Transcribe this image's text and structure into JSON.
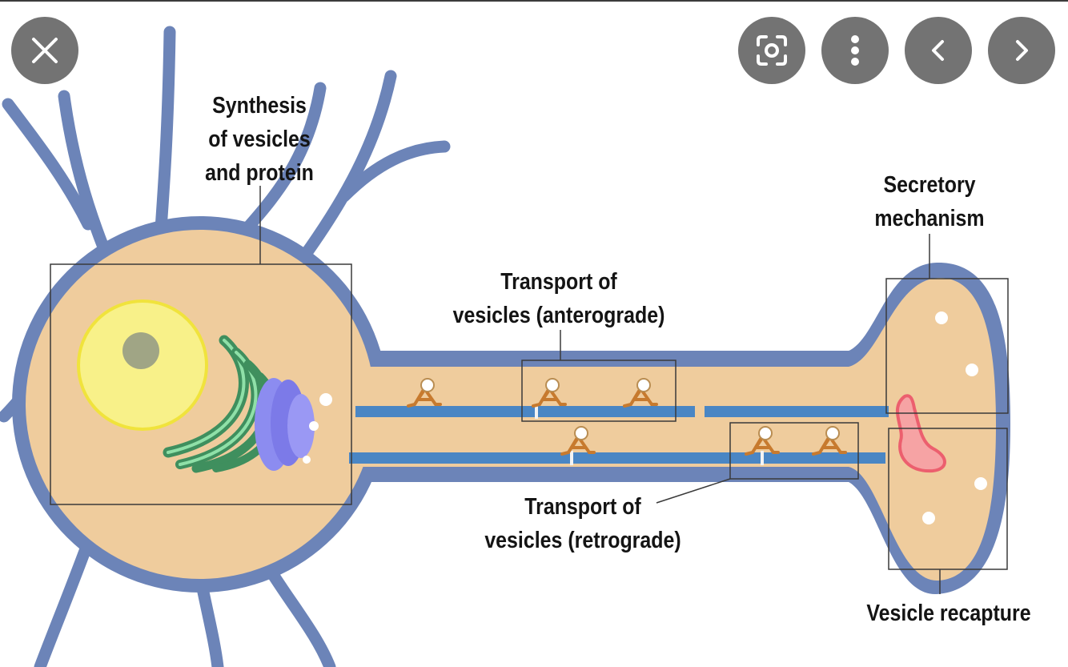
{
  "viewer": {
    "controls": {
      "close": {
        "icon": "close-icon"
      },
      "lens": {
        "icon": "lens-search-icon"
      },
      "more": {
        "icon": "more-vertical-icon"
      },
      "previous": {
        "icon": "chevron-left-icon"
      },
      "next": {
        "icon": "chevron-right-icon"
      }
    },
    "button_color": "#5c5c5c"
  },
  "diagram": {
    "labels": {
      "synthesis": [
        "Synthesis",
        "of vesicles",
        "and protein"
      ],
      "secretory": [
        "Secretory",
        "mechanism"
      ],
      "anterograde": [
        "Transport of",
        "vesicles (anterograde)"
      ],
      "retrograde": [
        "Transport of",
        "vesicles (retrograde)"
      ],
      "recapture": [
        "Vesicle recapture"
      ]
    },
    "colors": {
      "membrane": "#6c84b8",
      "cytoplasm": "#efcc9d",
      "nucleus": "#f8f189",
      "nucleolus": "#a0a585",
      "golgi": "#4fa36e",
      "er": "#8c8cf0",
      "microtubule": "#4a86c4",
      "motor_protein": "#c77a2e",
      "terminal_organelle": "#f17b86"
    }
  }
}
